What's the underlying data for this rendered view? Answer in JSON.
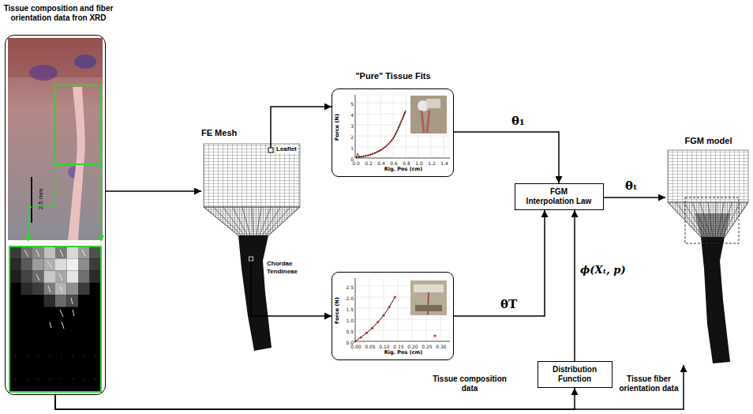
{
  "diagram": {
    "nodes": [
      {
        "text": [
          "Tissue composition and fiber orientation data fron XRD"
        ]
      },
      {
        "text": [
          "FE Mesh"
        ]
      },
      {
        "text": [
          "Force (N)",
          "Rig. Pos (cm)",
          "0",
          "1",
          "2",
          "3",
          "4",
          "5",
          "0.0",
          "0.2",
          "0.4",
          "0.6",
          "0.8",
          "1.0",
          "1.2",
          "1.4"
        ]
      },
      {
        "text": [
          "Force (N)",
          "Rig. Pos (cm)",
          "0.0",
          "0.5",
          "1.0",
          "1.5",
          "2.0",
          "2.5",
          "0.00",
          "0.05",
          "0.10",
          "0.15",
          "0.20",
          "0.25",
          "0.30"
        ]
      },
      {
        "text": [
          "FGM Interpolation Law"
        ]
      },
      {
        "text": [
          "Distribution Function"
        ]
      },
      {
        "text": [
          "FGM model"
        ]
      }
    ],
    "edges": [
      {
        "from": 0,
        "to": 1,
        "arrow": "to"
      },
      {
        "from": 1,
        "to": 2,
        "arrow": "to"
      },
      {
        "from": 1,
        "to": 3,
        "arrow": "to"
      },
      {
        "from": 2,
        "to": 4,
        "label": "θ₁",
        "arrow": "to"
      },
      {
        "from": 3,
        "to": 4,
        "label": "θT",
        "arrow": "to"
      },
      {
        "from": 5,
        "to": 4,
        "label": "ϕ(Xₜ, p)",
        "arrow": "to"
      },
      {
        "from": 4,
        "to": 6,
        "label": "θₜ",
        "arrow": "to"
      },
      {
        "from": 0,
        "to": 5,
        "label": "Tissue composition data",
        "arrow": "to"
      },
      {
        "from": 0,
        "to": 6,
        "label": "Tissue fiber orientation data",
        "arrow": "to"
      }
    ],
    "labels": [
      "\"Pure\" Tissue Fits",
      "Leaflet",
      "Chordae Tendineae",
      "2.5 mm"
    ]
  }
}
